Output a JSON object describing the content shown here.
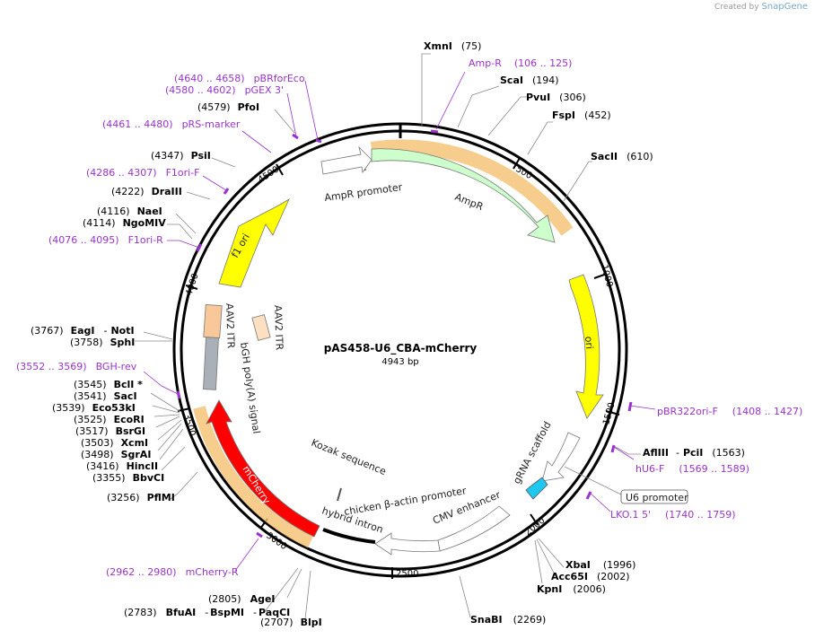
{
  "credit": {
    "prefix": "Created by",
    "brand": "SnapGene"
  },
  "plasmid": {
    "name": "pAS458-U6_CBA-mCherry",
    "size_label": "4943 bp"
  },
  "ticks": [
    "500",
    "1000",
    "1500",
    "2000",
    "2500",
    "3000",
    "3500",
    "4000",
    "4500"
  ],
  "sites": [
    {
      "name": "XmnI",
      "pos": "(75)"
    },
    {
      "name": "ScaI",
      "pos": "(194)"
    },
    {
      "name": "PvuI",
      "pos": "(306)"
    },
    {
      "name": "FspI",
      "pos": "(452)"
    },
    {
      "name": "SacII",
      "pos": "(610)"
    },
    {
      "name": "AflIII",
      "sep": "-",
      "name2": "PciI",
      "pos": "(1563)"
    },
    {
      "name": "XbaI",
      "pos": "(1996)"
    },
    {
      "name": "Acc65I",
      "pos": "(2002)"
    },
    {
      "name": "KpnI",
      "pos": "(2006)"
    },
    {
      "name": "SnaBI",
      "pos": "(2269)"
    },
    {
      "name": "BlpI",
      "pos": "(2707)"
    },
    {
      "name": "AgeI",
      "pos": "(2805)"
    },
    {
      "name": "BfuAI",
      "sep": "-",
      "name2": "BspMI",
      "sep2": "-",
      "name3": "PaqCI",
      "pos": "(2783)"
    },
    {
      "name": "PflMI",
      "pos": "(3256)"
    },
    {
      "name": "BbvCI",
      "pos": "(3355)"
    },
    {
      "name": "HincII",
      "pos": "(3416)"
    },
    {
      "name": "SgrAI",
      "pos": "(3498)"
    },
    {
      "name": "XcmI",
      "pos": "(3503)"
    },
    {
      "name": "BsrGI",
      "pos": "(3517)"
    },
    {
      "name": "EcoRI",
      "pos": "(3525)"
    },
    {
      "name": "Eco53kI",
      "pos": "(3539)"
    },
    {
      "name": "SacI",
      "pos": "(3541)"
    },
    {
      "name": "BclI *",
      "pos": "(3545)"
    },
    {
      "name": "SphI",
      "pos": "(3758)"
    },
    {
      "name": "EagI",
      "sep": "-",
      "name2": "NotI",
      "pos": "(3767)"
    },
    {
      "name": "NgoMIV",
      "pos": "(4114)"
    },
    {
      "name": "NaeI",
      "pos": "(4116)"
    },
    {
      "name": "DraIII",
      "pos": "(4222)"
    },
    {
      "name": "PsiI",
      "pos": "(4347)"
    },
    {
      "name": "PfoI",
      "pos": "(4579)"
    }
  ],
  "primers": [
    {
      "name": "Amp-R",
      "range": "(106 .. 125)"
    },
    {
      "name": "pBR322ori-F",
      "range": "(1408 .. 1427)"
    },
    {
      "name": "hU6-F",
      "range": "(1569 .. 1589)"
    },
    {
      "name": "LKO.1 5'",
      "range": "(1740 .. 1759)"
    },
    {
      "name": "mCherry-R",
      "range": "(2962 .. 2980)"
    },
    {
      "name": "BGH-rev",
      "range": "(3552 .. 3569)"
    },
    {
      "name": "F1ori-R",
      "range": "(4076 .. 4095)"
    },
    {
      "name": "F1ori-F",
      "range": "(4286 .. 4307)"
    },
    {
      "name": "pRS-marker",
      "range": "(4461 .. 4480)"
    },
    {
      "name": "pGEX 3'",
      "range": "(4580 .. 4602)"
    },
    {
      "name": "pBRforEco",
      "range": "(4640 .. 4658)"
    }
  ],
  "features": [
    {
      "name": "AmpR promoter",
      "color": "#ffffff"
    },
    {
      "name": "AmpR",
      "color": "#ccffcc"
    },
    {
      "name": "ori",
      "color": "#ffff00"
    },
    {
      "name": "gRNA scaffold",
      "color": "#ffffff"
    },
    {
      "name": "U6 promoter",
      "color": "#ffffff"
    },
    {
      "name": "CMV enhancer",
      "color": "#ffffff"
    },
    {
      "name": "chicken β-actin promoter",
      "color": "#ffffff"
    },
    {
      "name": "hybrid intron",
      "color": "#000000"
    },
    {
      "name": "Kozak sequence",
      "color": "#ffffff"
    },
    {
      "name": "mCherry",
      "color": "#ff0000"
    },
    {
      "name": "bGH poly(A) signal",
      "color": "#aab0b8"
    },
    {
      "name": "AAV2 ITR",
      "color": "#f8c89a"
    },
    {
      "name": "AAV2 ITR",
      "color": "#fde0c2"
    },
    {
      "name": "f1 ori",
      "color": "#ffff00"
    }
  ],
  "colors": {
    "primer": "#9a33cc",
    "orf_highlight": "#f5c070",
    "backbone": "#000000"
  }
}
